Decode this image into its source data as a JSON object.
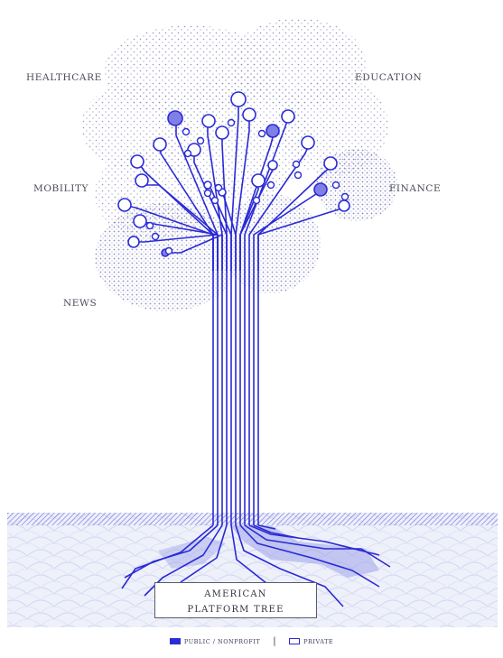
{
  "labels": {
    "healthcare": "HEALTHCARE",
    "education": "EDUCATION",
    "mobility": "MOBILITY",
    "finance": "FINANCE",
    "news": "NEWS"
  },
  "title": {
    "line1": "AMERICAN",
    "line2": "PLATFORM TREE"
  },
  "legend": {
    "public": "PUBLIC / NONPROFIT",
    "separator": "|",
    "private": "PRIVATE"
  },
  "colors": {
    "line": "#2a2ad6",
    "node_fill": "#7f7fe6",
    "dots": "#8f8fbe",
    "ground": "#c9cdf0"
  }
}
